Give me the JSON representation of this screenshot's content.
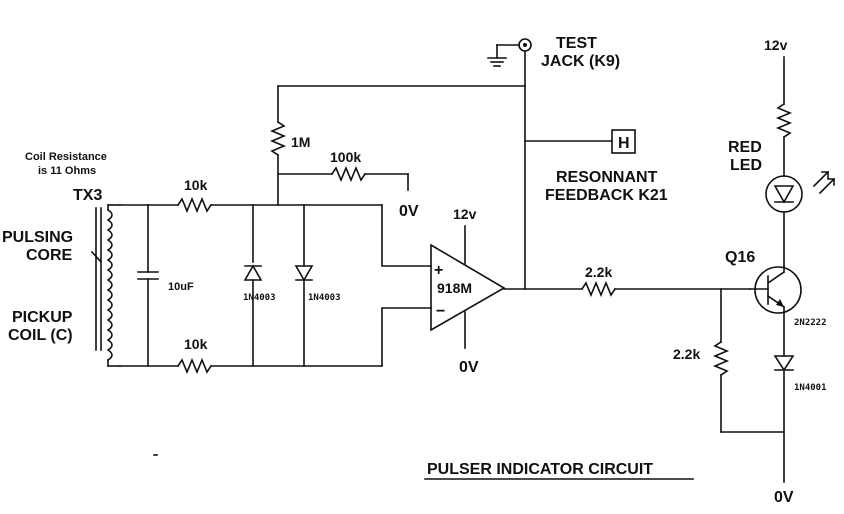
{
  "title": "PULSER INDICATOR CIRCUIT",
  "coil": {
    "note_line1": "Coil Resistance",
    "note_line2": "is 11 Ohms",
    "name": "TX3",
    "label1_line1": "PULSING",
    "label1_line2": "CORE",
    "label2_line1": "PICKUP",
    "label2_line2": "COIL (C)"
  },
  "components": {
    "r_top": "10k",
    "r_bottom": "10k",
    "cap": "10uF",
    "diode1": "1N4003",
    "diode2": "1N4003",
    "r_1m": "1M",
    "r_100k": "100k",
    "opamp": "918M",
    "opamp_plus": "+",
    "opamp_minus": "−",
    "r_out": "2.2k",
    "r_base": "2.2k",
    "transistor": "Q16",
    "transistor_part": "2N2222",
    "diode3": "1N4001",
    "led_line1": "RED",
    "led_line2": "LED"
  },
  "rails": {
    "gnd_100k": "0V",
    "opamp_vcc": "12v",
    "opamp_gnd": "0V",
    "led_vcc": "12v",
    "bottom_gnd": "0V"
  },
  "test_jack_line1": "TEST",
  "test_jack_line2": "JACK (K9)",
  "h_box": "H",
  "resonant_line1": "RESONNANT",
  "resonant_line2": "FEEDBACK  K21"
}
